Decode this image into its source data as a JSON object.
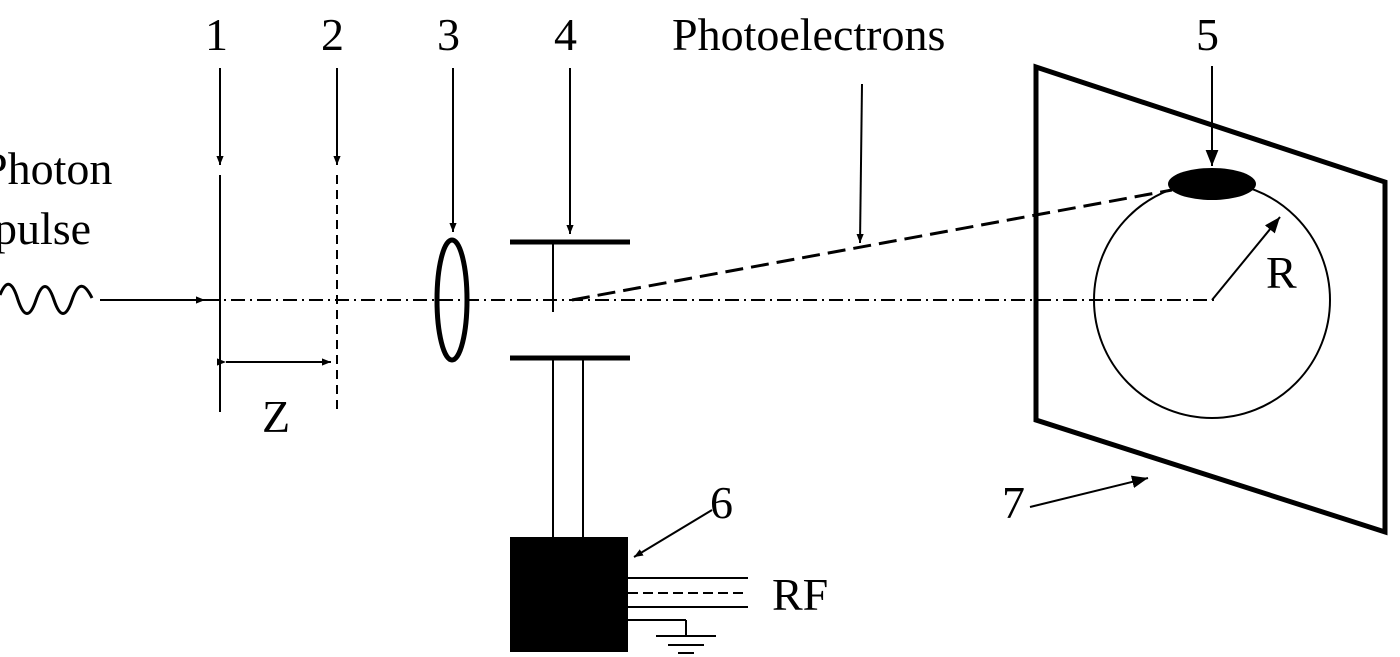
{
  "labels": {
    "n1": "1",
    "n2": "2",
    "n3": "3",
    "n4": "4",
    "photoelectrons": "Photoelectrons",
    "n5": "5",
    "photon_line1": "Photon",
    "photon_line2": "pulse",
    "radius": "R",
    "distance": "Z",
    "n6": "6",
    "n7": "7",
    "rf": "RF"
  }
}
